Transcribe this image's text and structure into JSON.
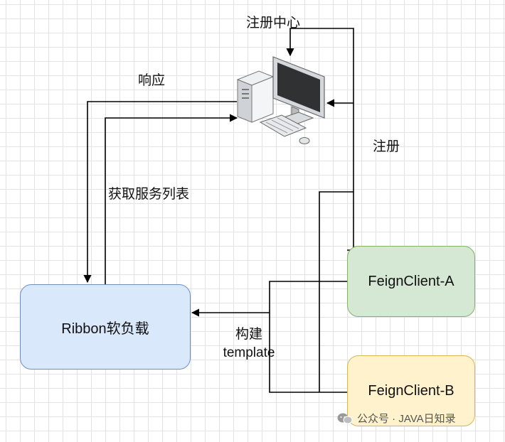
{
  "nodes": {
    "ribbon": "Ribbon软负载",
    "feign_a": "FeignClient-A",
    "feign_b": "FeignClient-B"
  },
  "labels": {
    "registry_center": "注册中心",
    "response": "响应",
    "register": "注册",
    "fetch_service_list": "获取服务列表",
    "build": "构建",
    "template": "template"
  },
  "watermark": "公众号 · JAVA日知录",
  "icons": {
    "registry": "computer-icon",
    "watermark": "wechat-icon"
  },
  "colors": {
    "ribbon_fill": "#dae8fc",
    "ribbon_border": "#6c8ebf",
    "feign_a_fill": "#d5e8d4",
    "feign_a_border": "#82b366",
    "feign_b_fill": "#fff2cc",
    "feign_b_border": "#d6b656",
    "line": "#000000"
  }
}
